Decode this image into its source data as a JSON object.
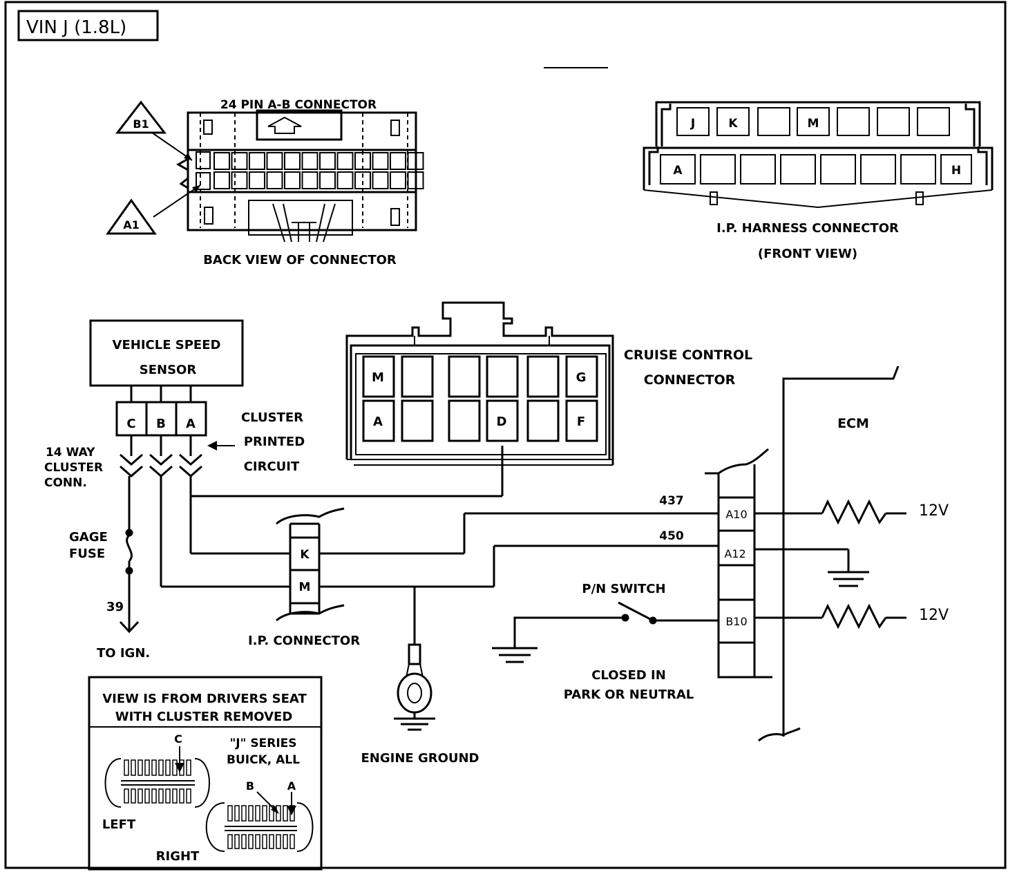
{
  "title": "VIN J (1.8L)",
  "ab_connector": {
    "title": "24 PIN A-B CONNECTOR",
    "caption": "BACK VIEW OF CONNECTOR",
    "pin_b1": "B1",
    "pin_a1": "A1"
  },
  "ip_harness": {
    "title": "I.P. HARNESS CONNECTOR",
    "subtitle": "(FRONT VIEW)",
    "top_pins": [
      "J",
      "K",
      "",
      "M",
      "",
      "",
      ""
    ],
    "bottom_pins": [
      "A",
      "",
      "",
      "",
      "",
      "",
      "",
      "H"
    ]
  },
  "vss": {
    "label_line1": "VEHICLE SPEED",
    "label_line2": "SENSOR",
    "pins": [
      "C",
      "B",
      "A"
    ]
  },
  "cluster_circuit": [
    "CLUSTER",
    "PRINTED",
    "CIRCUIT"
  ],
  "cluster_conn": [
    "14 WAY",
    "CLUSTER",
    "CONN."
  ],
  "gage_fuse": [
    "GAGE",
    "FUSE"
  ],
  "wire_39": "39",
  "to_ign": "TO IGN.",
  "cruise": {
    "label_line1": "CRUISE CONTROL",
    "label_line2": "CONNECTOR",
    "top_pins": [
      "M",
      "",
      "",
      "",
      "",
      "G"
    ],
    "bottom_pins": [
      "A",
      "",
      "",
      "D",
      "",
      "F"
    ]
  },
  "ip_connector": {
    "label": "I.P. CONNECTOR",
    "pins": [
      "K",
      "M"
    ]
  },
  "engine_ground": "ENGINE GROUND",
  "ecm": {
    "label": "ECM",
    "pins": [
      "A10",
      "A12",
      "B10"
    ],
    "wire_437": "437",
    "wire_450": "450",
    "voltage_a10": "12V",
    "voltage_b10": "12V"
  },
  "pn_switch": {
    "label": "P/N SWITCH",
    "note_line1": "CLOSED IN",
    "note_line2": "PARK OR NEUTRAL"
  },
  "inset": {
    "header_line1": "VIEW IS FROM DRIVERS SEAT",
    "header_line2": "WITH CLUSTER REMOVED",
    "series_line1": "\"J\" SERIES",
    "series_line2": "BUICK, ALL",
    "label_c": "C",
    "label_b": "B",
    "label_a": "A",
    "left": "LEFT",
    "right": "RIGHT"
  }
}
